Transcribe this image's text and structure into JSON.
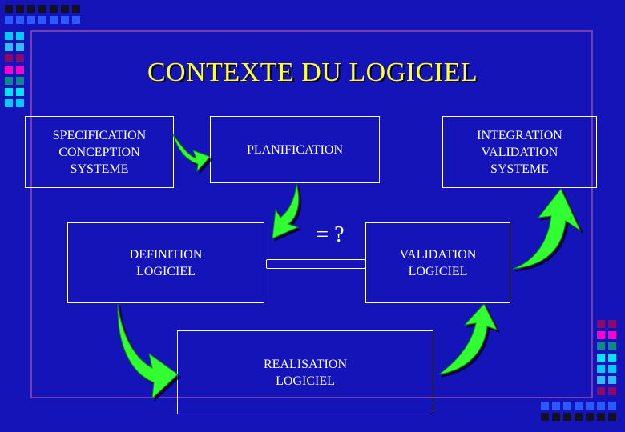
{
  "title": "CONTEXTE DU LOGICIEL",
  "boxes": {
    "spec": "SPECIFICATION\nCONCEPTION\nSYSTEME",
    "plan": "PLANIFICATION",
    "integ": "INTEGRATION\nVALIDATION\nSYSTEME",
    "def": "DEFINITION\nLOGICIEL",
    "val": "VALIDATION\nLOGICIEL",
    "real": "REALISATION\nLOGICIEL"
  },
  "connector_label": "= ?",
  "colors": {
    "background": "#1414b8",
    "title": "#ffff33",
    "arrow": "#33ff33",
    "frame": "#7a3ca8"
  }
}
